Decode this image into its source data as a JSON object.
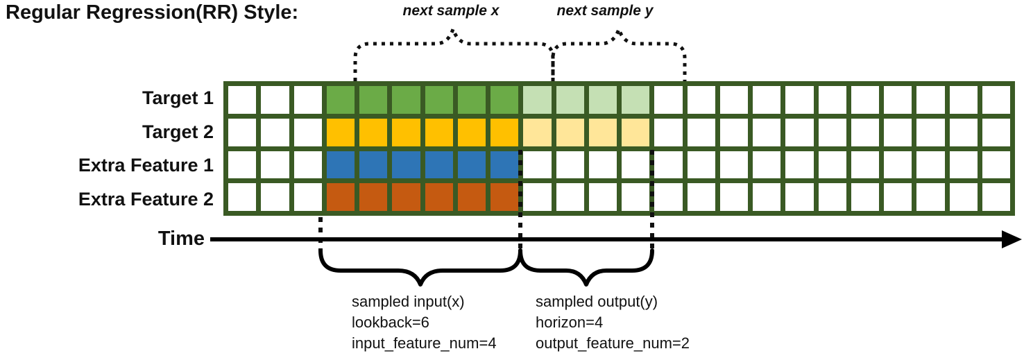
{
  "title": "Regular Regression(RR) Style:",
  "rows": [
    {
      "label": "Target 1",
      "input_color": "#6BAB47",
      "output_color": "#C5E0B4"
    },
    {
      "label": "Target 2",
      "input_color": "#FFC000",
      "output_color": "#FFE699"
    },
    {
      "label": "Extra Feature 1",
      "input_color": "#2E75B6"
    },
    {
      "label": "Extra Feature 2",
      "input_color": "#C55A11"
    }
  ],
  "grid": {
    "total_columns": 24,
    "input_start_col": 4,
    "lookback": 6,
    "horizon": 4,
    "border_color": "#3A5A24",
    "empty_color": "#FFFFFF"
  },
  "annotations": {
    "next_sample_x_label": "next sample x",
    "next_sample_y_label": "next sample y",
    "time_label": "Time",
    "input_block": [
      "sampled input(x)",
      "lookback=6",
      "input_feature_num=4"
    ],
    "output_block": [
      "sampled output(y)",
      "horizon=4",
      "output_feature_num=2"
    ]
  }
}
